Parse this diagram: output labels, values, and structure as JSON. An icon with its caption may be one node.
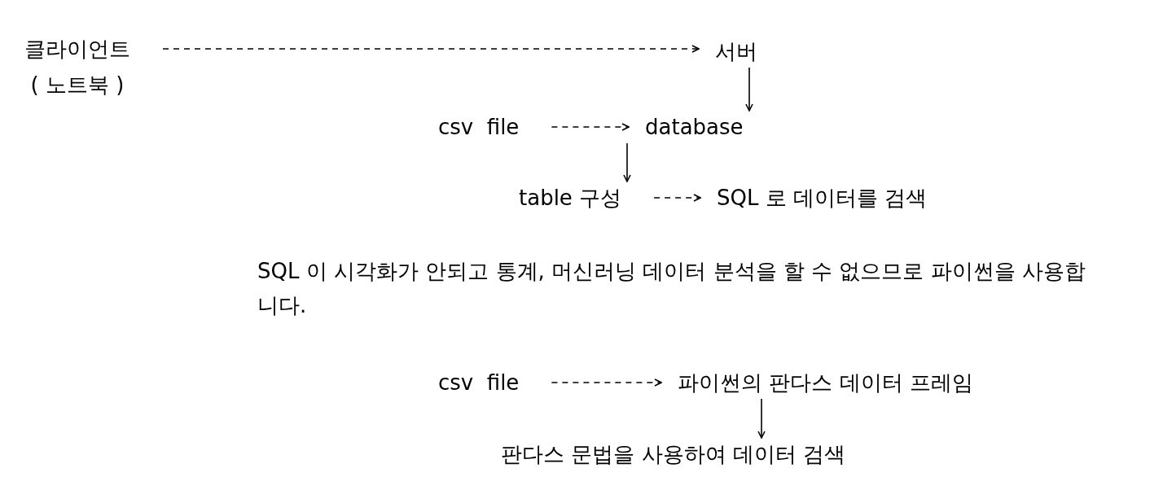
{
  "diagram": {
    "nodes": [
      {
        "text": [
          "클라이언트",
          "( 노트북 )"
        ]
      },
      {
        "text": [
          "서버"
        ]
      },
      {
        "text": [
          "csv  file"
        ]
      },
      {
        "text": [
          "database"
        ]
      },
      {
        "text": [
          "table 구성"
        ]
      },
      {
        "text": [
          "SQL 로 데이터를 검색"
        ]
      },
      {
        "text": [
          "csv  file"
        ]
      },
      {
        "text": [
          "파이썬의 판다스 데이터 프레임"
        ]
      },
      {
        "text": [
          "판다스 문법을 사용하여 데이터 검색"
        ]
      }
    ],
    "edges": [
      {
        "from": 0,
        "to": 1,
        "arrow": "to",
        "style": "dashed"
      },
      {
        "from": 1,
        "to": 3,
        "arrow": "to"
      },
      {
        "from": 2,
        "to": 3,
        "arrow": "to",
        "style": "dashed"
      },
      {
        "from": 3,
        "to": 4,
        "arrow": "to"
      },
      {
        "from": 4,
        "to": 5,
        "arrow": "to",
        "style": "dashed"
      },
      {
        "from": 6,
        "to": 7,
        "arrow": "to",
        "style": "dashed"
      },
      {
        "from": 7,
        "to": 8,
        "arrow": "to"
      }
    ],
    "labels": [
      "SQL 이 시각화가 안되고 통계, 머신러닝 데이터 분석을 할 수 없으므로 파이썬을 사용합니다."
    ]
  }
}
